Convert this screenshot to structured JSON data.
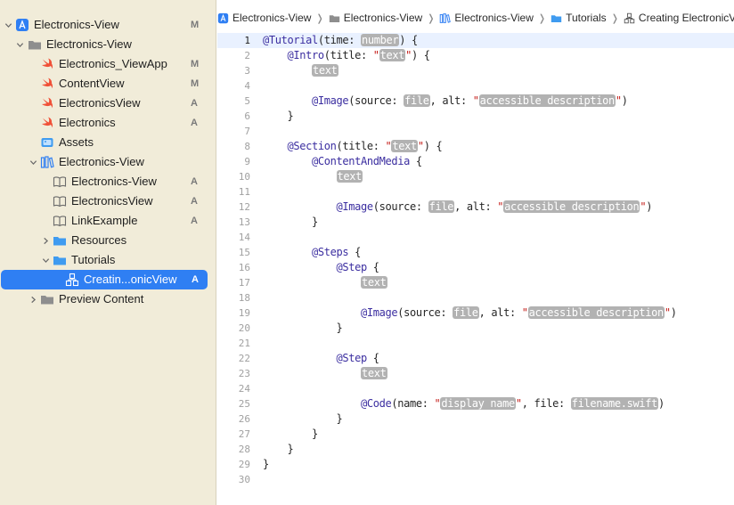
{
  "sidebar": {
    "items": [
      {
        "label": "Electronics-View",
        "badge": "M"
      },
      {
        "label": "Electronics-View",
        "badge": ""
      },
      {
        "label": "Electronics_ViewApp",
        "badge": "M"
      },
      {
        "label": "ContentView",
        "badge": "M"
      },
      {
        "label": "ElectronicsView",
        "badge": "A"
      },
      {
        "label": "Electronics",
        "badge": "A"
      },
      {
        "label": "Assets",
        "badge": ""
      },
      {
        "label": "Electronics-View",
        "badge": ""
      },
      {
        "label": "Electronics-View",
        "badge": "A"
      },
      {
        "label": "ElectronicsView",
        "badge": "A"
      },
      {
        "label": "LinkExample",
        "badge": "A"
      },
      {
        "label": "Resources",
        "badge": ""
      },
      {
        "label": "Tutorials",
        "badge": ""
      },
      {
        "label": "Creatin...onicView",
        "badge": "A"
      },
      {
        "label": "Preview Content",
        "badge": ""
      }
    ]
  },
  "breadcrumb": {
    "items": [
      "Electronics-View",
      "Electronics-View",
      "Electronics-View",
      "Tutorials",
      "Creating ElectronicView"
    ]
  },
  "editor": {
    "current_line": 1,
    "lines": [
      {
        "n": "1",
        "t": [
          [
            "attr",
            "@Tutorial"
          ],
          [
            "",
            "(time: "
          ],
          [
            "ph",
            "number"
          ],
          [
            "",
            ") {"
          ]
        ]
      },
      {
        "n": "2",
        "t": [
          [
            "",
            "    "
          ],
          [
            "attr",
            "@Intro"
          ],
          [
            "",
            "(title: "
          ],
          [
            "q",
            "\""
          ],
          [
            "ph",
            "text"
          ],
          [
            "q",
            "\""
          ],
          [
            "",
            ") {"
          ]
        ]
      },
      {
        "n": "3",
        "t": [
          [
            "",
            "        "
          ],
          [
            "ph",
            "text"
          ]
        ]
      },
      {
        "n": "4",
        "t": []
      },
      {
        "n": "5",
        "t": [
          [
            "",
            "        "
          ],
          [
            "attr",
            "@Image"
          ],
          [
            "",
            "(source: "
          ],
          [
            "ph",
            "file"
          ],
          [
            "",
            ", alt: "
          ],
          [
            "q",
            "\""
          ],
          [
            "ph",
            "accessible description"
          ],
          [
            "q",
            "\""
          ],
          [
            "",
            ")"
          ]
        ]
      },
      {
        "n": "6",
        "t": [
          [
            "",
            "    }"
          ]
        ]
      },
      {
        "n": "7",
        "t": []
      },
      {
        "n": "8",
        "t": [
          [
            "",
            "    "
          ],
          [
            "attr",
            "@Section"
          ],
          [
            "",
            "(title: "
          ],
          [
            "q",
            "\""
          ],
          [
            "ph",
            "text"
          ],
          [
            "q",
            "\""
          ],
          [
            "",
            ") {"
          ]
        ]
      },
      {
        "n": "9",
        "t": [
          [
            "",
            "        "
          ],
          [
            "attr",
            "@ContentAndMedia"
          ],
          [
            "",
            " {"
          ]
        ]
      },
      {
        "n": "10",
        "t": [
          [
            "",
            "            "
          ],
          [
            "ph",
            "text"
          ]
        ]
      },
      {
        "n": "11",
        "t": []
      },
      {
        "n": "12",
        "t": [
          [
            "",
            "            "
          ],
          [
            "attr",
            "@Image"
          ],
          [
            "",
            "(source: "
          ],
          [
            "ph",
            "file"
          ],
          [
            "",
            ", alt: "
          ],
          [
            "q",
            "\""
          ],
          [
            "ph",
            "accessible description"
          ],
          [
            "q",
            "\""
          ],
          [
            "",
            ")"
          ]
        ]
      },
      {
        "n": "13",
        "t": [
          [
            "",
            "        }"
          ]
        ]
      },
      {
        "n": "14",
        "t": []
      },
      {
        "n": "15",
        "t": [
          [
            "",
            "        "
          ],
          [
            "attr",
            "@Steps"
          ],
          [
            "",
            " {"
          ]
        ]
      },
      {
        "n": "16",
        "t": [
          [
            "",
            "            "
          ],
          [
            "attr",
            "@Step"
          ],
          [
            "",
            " {"
          ]
        ]
      },
      {
        "n": "17",
        "t": [
          [
            "",
            "                "
          ],
          [
            "ph",
            "text"
          ]
        ]
      },
      {
        "n": "18",
        "t": []
      },
      {
        "n": "19",
        "t": [
          [
            "",
            "                "
          ],
          [
            "attr",
            "@Image"
          ],
          [
            "",
            "(source: "
          ],
          [
            "ph",
            "file"
          ],
          [
            "",
            ", alt: "
          ],
          [
            "q",
            "\""
          ],
          [
            "ph",
            "accessible description"
          ],
          [
            "q",
            "\""
          ],
          [
            "",
            ")"
          ]
        ]
      },
      {
        "n": "20",
        "t": [
          [
            "",
            "            }"
          ]
        ]
      },
      {
        "n": "21",
        "t": []
      },
      {
        "n": "22",
        "t": [
          [
            "",
            "            "
          ],
          [
            "attr",
            "@Step"
          ],
          [
            "",
            " {"
          ]
        ]
      },
      {
        "n": "23",
        "t": [
          [
            "",
            "                "
          ],
          [
            "ph",
            "text"
          ]
        ]
      },
      {
        "n": "24",
        "t": []
      },
      {
        "n": "25",
        "t": [
          [
            "",
            "                "
          ],
          [
            "attr",
            "@Code"
          ],
          [
            "",
            "(name: "
          ],
          [
            "q",
            "\""
          ],
          [
            "ph",
            "display name"
          ],
          [
            "q",
            "\""
          ],
          [
            "",
            ", file: "
          ],
          [
            "ph",
            "filename.swift"
          ],
          [
            "",
            ")"
          ]
        ]
      },
      {
        "n": "26",
        "t": [
          [
            "",
            "            }"
          ]
        ]
      },
      {
        "n": "27",
        "t": [
          [
            "",
            "        }"
          ]
        ]
      },
      {
        "n": "28",
        "t": [
          [
            "",
            "    }"
          ]
        ]
      },
      {
        "n": "29",
        "t": [
          [
            "",
            "}"
          ]
        ]
      },
      {
        "n": "30",
        "t": []
      }
    ]
  }
}
